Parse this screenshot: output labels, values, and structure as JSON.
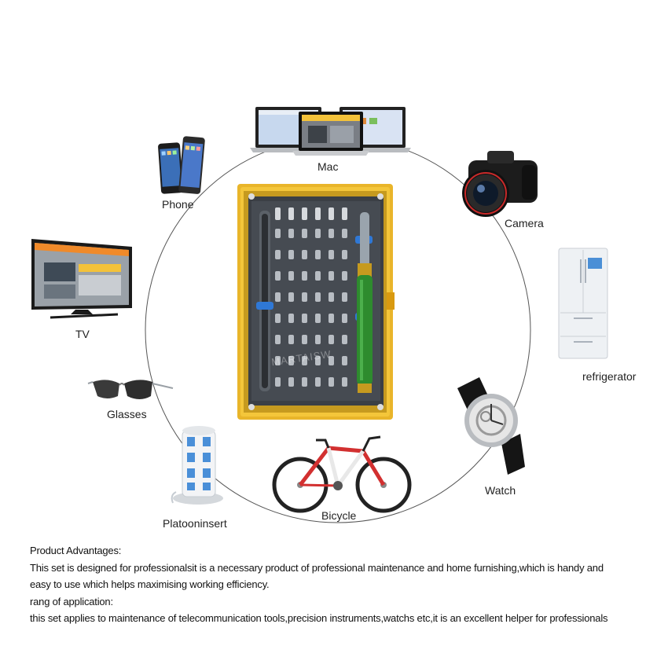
{
  "items": {
    "mac": "Mac",
    "phone": "Phone",
    "camera": "Camera",
    "tv": "TV",
    "refrigerator": "refrigerator",
    "glasses": "Glasses",
    "watch": "Watch",
    "platooninsert": "Platooninsert",
    "bicycle": "Bicycle"
  },
  "watermark": "MARTAISW",
  "description": {
    "heading1": "Product Advantages:",
    "body1a": "This set is designed for professionalsit is a necessary product of professional maintenance and home furnishing,which is handy and",
    "body1b": "easy to use which helps maximising working efficiency.",
    "heading2": "rang of application:",
    "body2": "this set applies to maintenance of telecommunication tools,precision instruments,watchs etc,it is an excellent helper for professionals"
  },
  "colors": {
    "case_yellow": "#f2c230",
    "tray_gray": "#3b3f45",
    "handle_green": "#2e8b2e",
    "accent_blue": "#2f78d6"
  }
}
